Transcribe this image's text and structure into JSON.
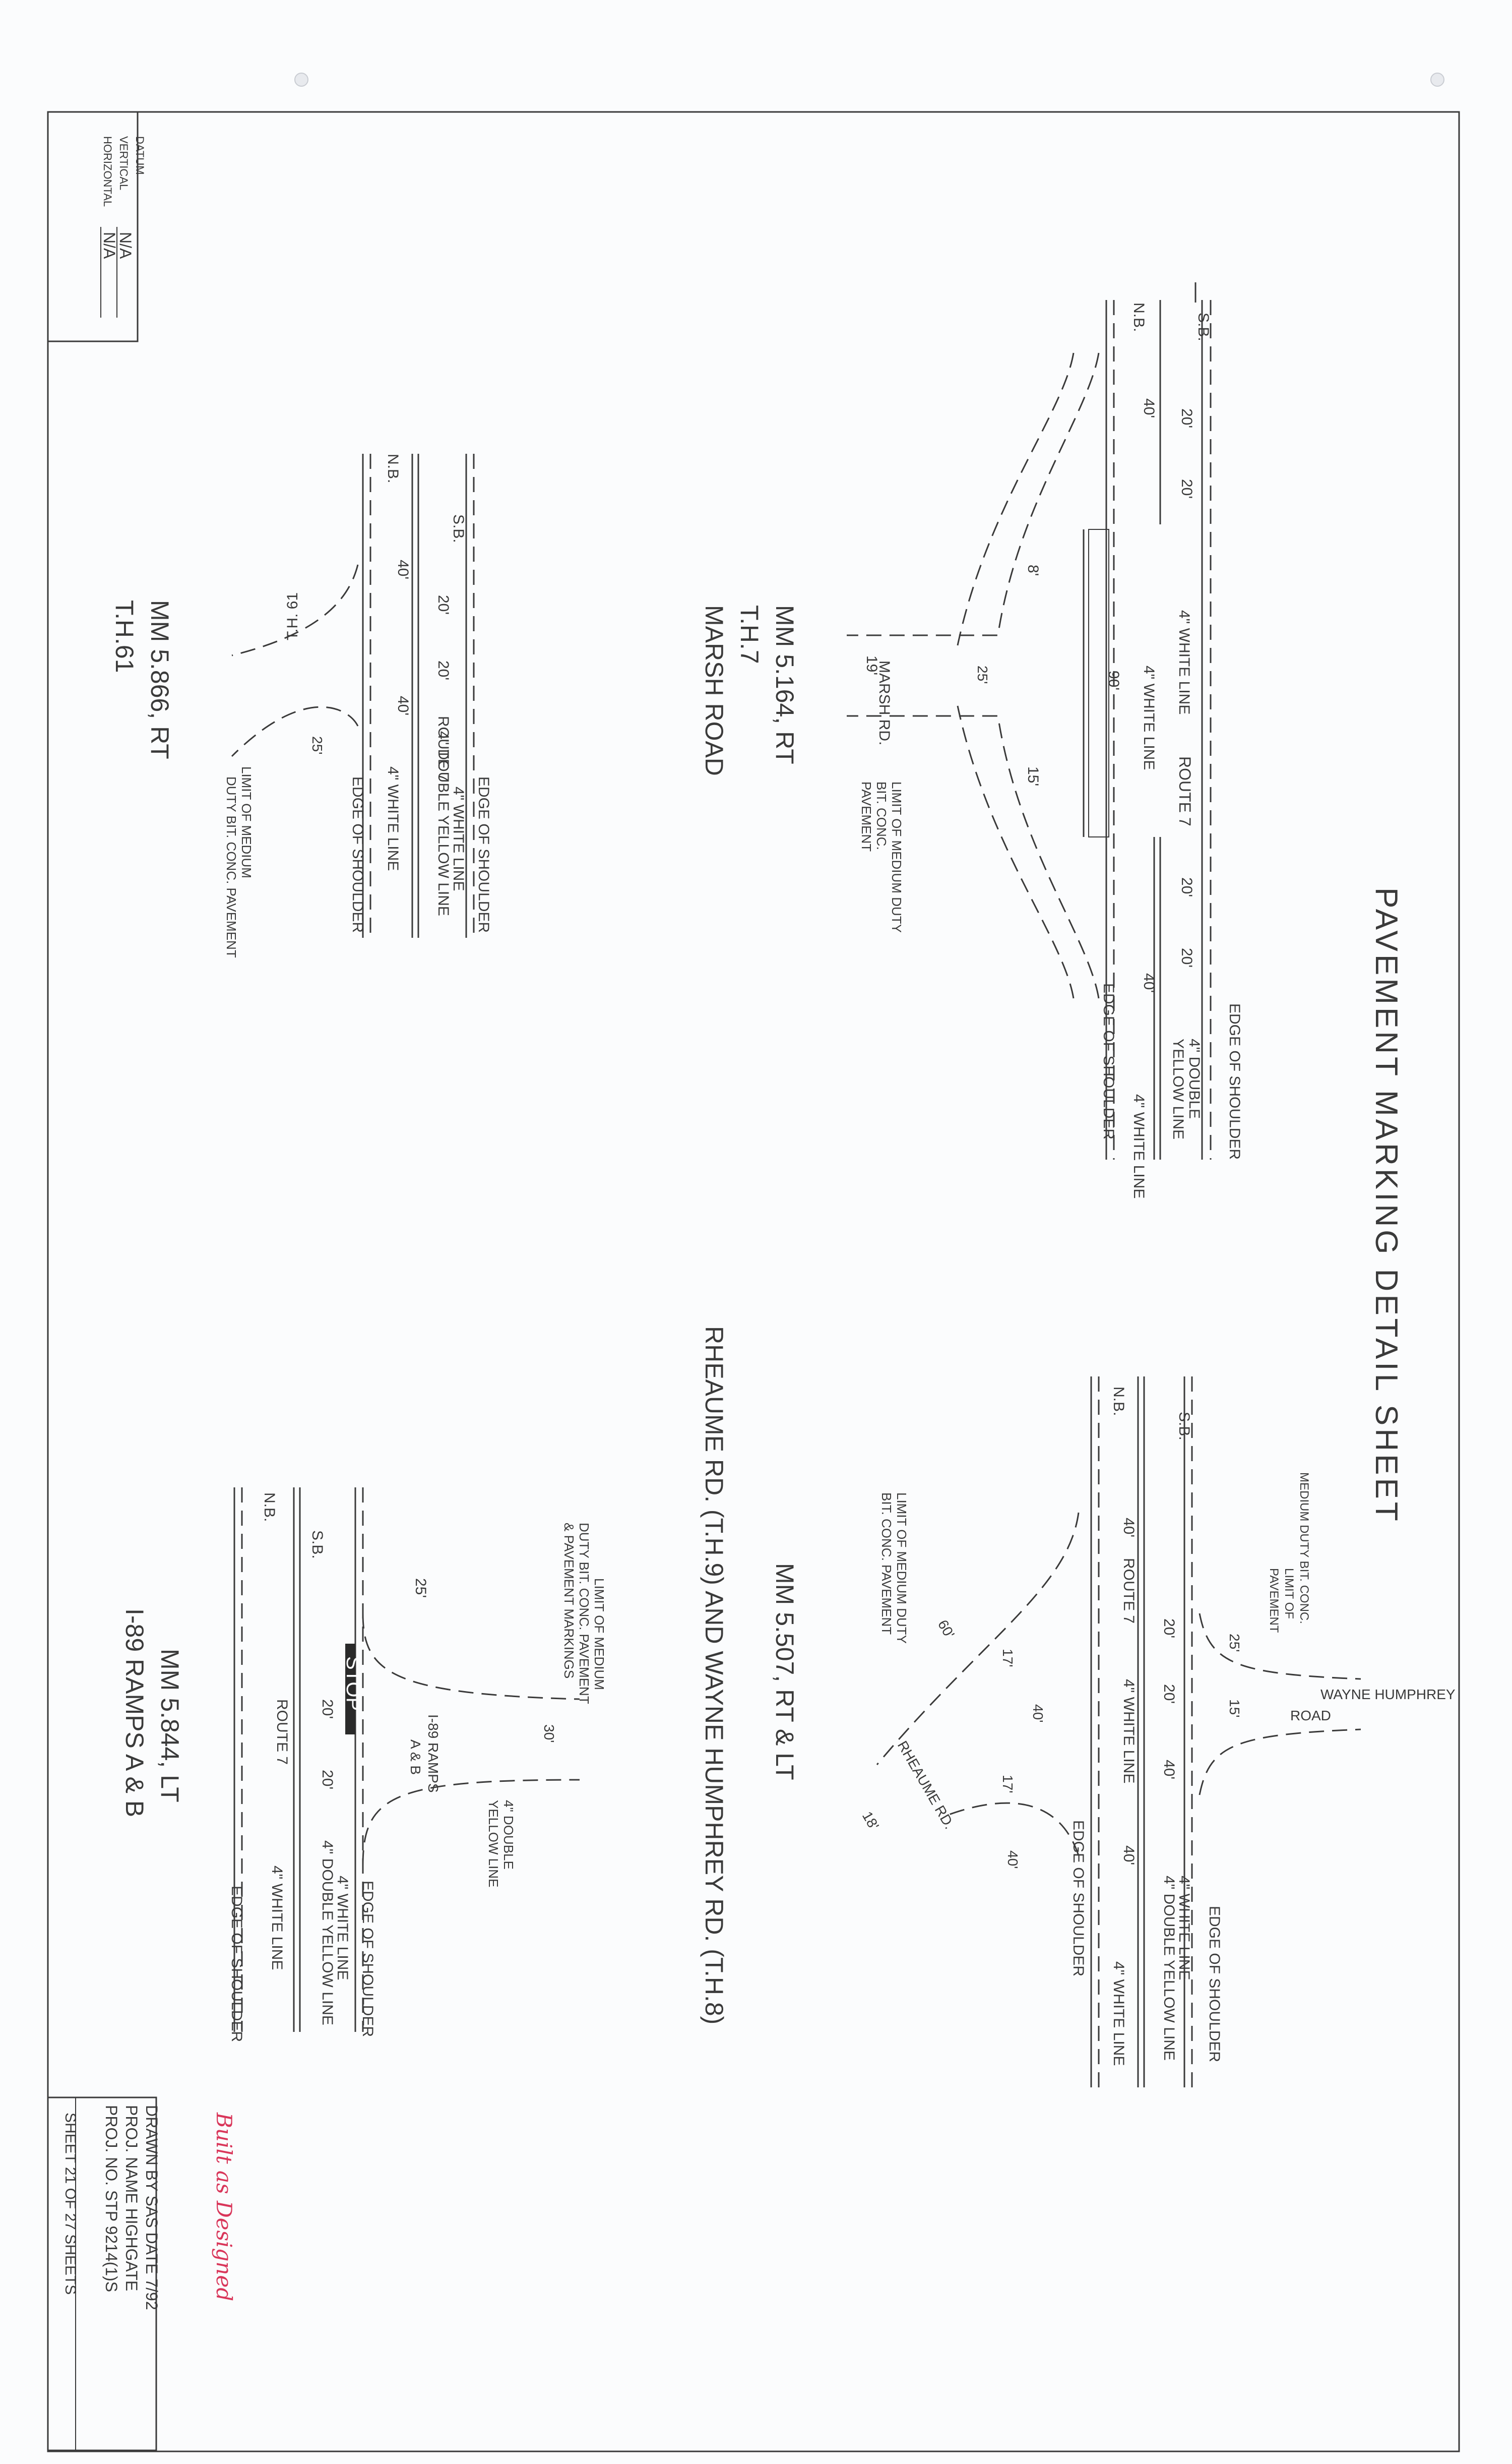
{
  "title": "PAVEMENT MARKING DETAIL SHEET",
  "datum": {
    "title": "DATUM",
    "vertical_label": "VERTICAL",
    "vertical_value": "N/A",
    "horizontal_label": "HORIZONTAL",
    "horizontal_value": "N/A"
  },
  "common": {
    "sb": "S.B.",
    "nb": "N.B.",
    "route": "ROUTE 7",
    "white_line": "4\" WHITE LINE",
    "double_yellow": "4\" DOUBLE YELLOW LINE",
    "double": "4\" DOUBLE",
    "yellow_line": "YELLOW LINE",
    "edge": "EDGE OF SHOULDER",
    "d40": "40'",
    "d20": "20'",
    "d25": "25'",
    "d15": "15'",
    "d17": "17'",
    "d30": "30'",
    "d60": "60'",
    "d90": "90'",
    "d19": "19'",
    "d18": "18'",
    "d8": "8'"
  },
  "marsh": {
    "mm": "MM 5.164, RT",
    "th": "T.H.7",
    "name": "MARSH ROAD",
    "road_label": "MARSH RD.",
    "limit": [
      "LIMIT OF MEDIUM DUTY",
      "BIT. CONC.",
      "PAVEMENT"
    ]
  },
  "th61": {
    "mm": "MM 5.866, RT",
    "name": "T.H.61",
    "road_label": "T.H. 61",
    "limit": [
      "LIMIT OF MEDIUM",
      "DUTY BIT. CONC. PAVEMENT"
    ]
  },
  "rheaume": {
    "mm": "MM 5.507, RT & LT",
    "name": "RHEAUME RD. (T.H.9) AND WAYNE HUMPHREY RD. (T.H.8)",
    "road_label": "RHEAUME RD.",
    "wayne": "WAYNE HUMPHREY",
    "wayne2": "ROAD",
    "limit_left": [
      "LIMIT OF MEDIUM DUTY",
      "BIT. CONC. PAVEMENT"
    ],
    "limit_top": [
      "MEDIUM DUTY BIT. CONC.",
      "LIMIT OF",
      "PAVEMENT"
    ]
  },
  "i89": {
    "mm": "MM 5.844, LT",
    "name": "I-89 RAMPS A & B",
    "ramp": "I-89 RAMPS",
    "ab": "A & B",
    "stop": "STOP",
    "limit": [
      "LIMIT OF MEDIUM",
      "DUTY BIT. CONC. PAVEMENT",
      "& PAVEMENT MARKINGS"
    ]
  },
  "titleblock": {
    "drawn": "DRAWN BY  SAS   DATE 7/92",
    "proj": "PROJ. NAME HIGHGATE",
    "projno": "PROJ. NO. STP 9214(1)S",
    "sheet": "SHEET  21  OF  27  SHEETS"
  },
  "stamp": "Built as Designed"
}
